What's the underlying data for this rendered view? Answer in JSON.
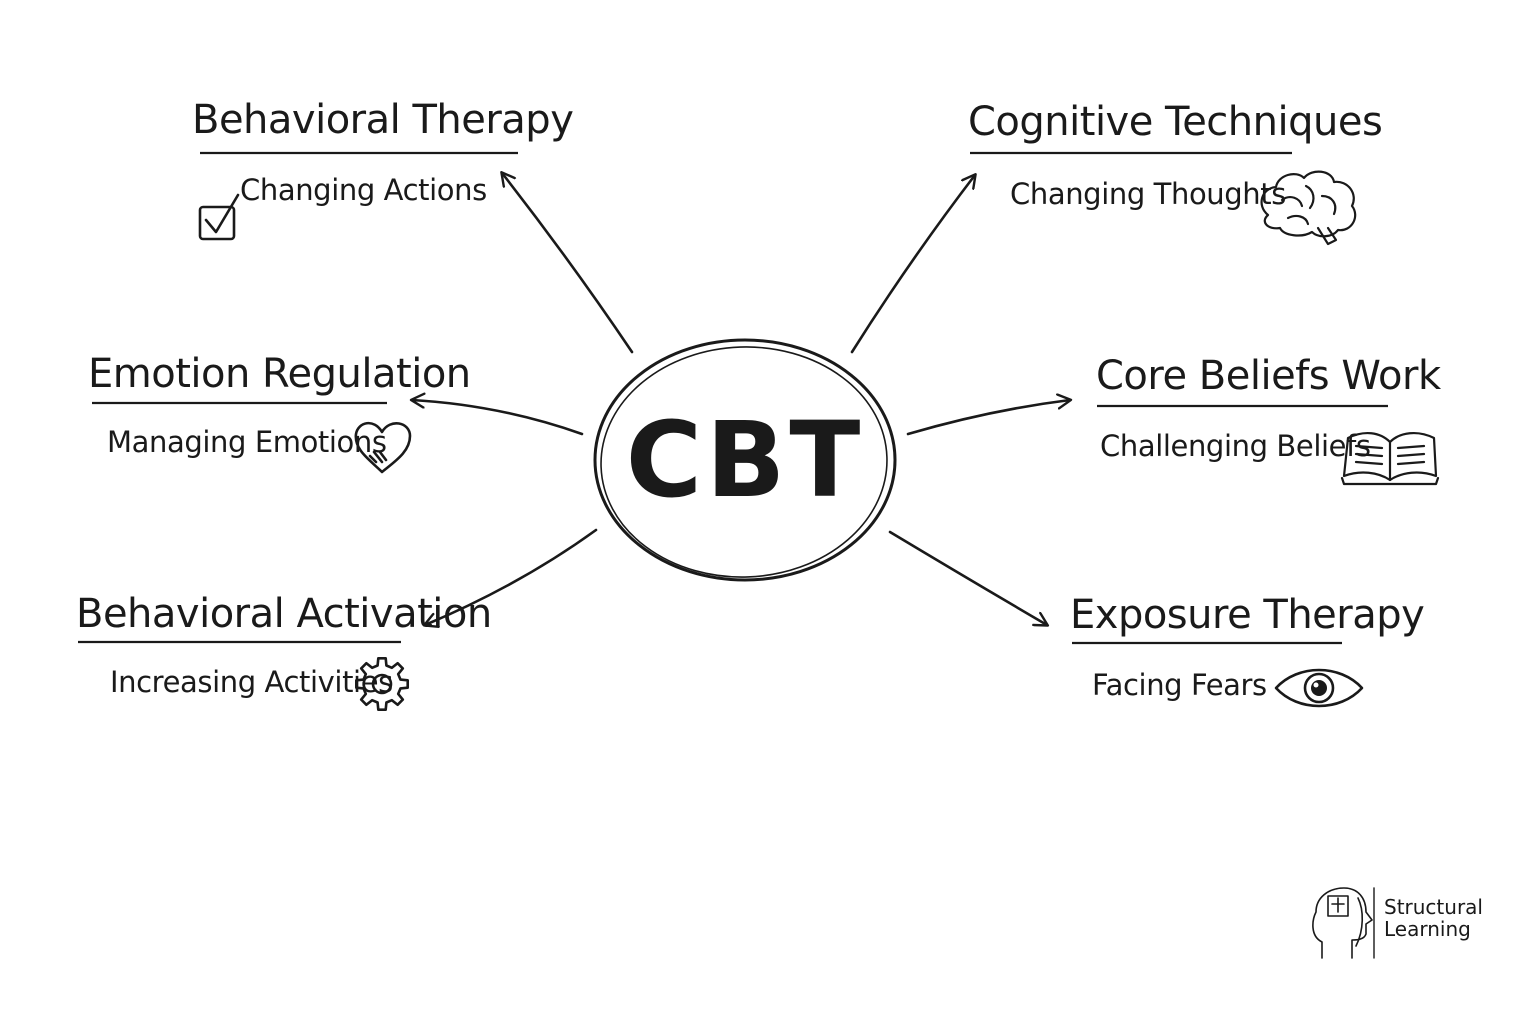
{
  "center": {
    "label": "CBT"
  },
  "branches": [
    {
      "id": "behavioral-therapy",
      "title": "Behavioral Therapy",
      "subtitle": "Changing Actions",
      "icon": "checkbox-icon"
    },
    {
      "id": "cognitive-techniques",
      "title": "Cognitive Techniques",
      "subtitle": "Changing Thoughts",
      "icon": "brain-icon"
    },
    {
      "id": "emotion-regulation",
      "title": "Emotion Regulation",
      "subtitle": "Managing Emotions",
      "icon": "heart-icon"
    },
    {
      "id": "core-beliefs-work",
      "title": "Core Beliefs Work",
      "subtitle": "Challenging Beliefs",
      "icon": "book-icon"
    },
    {
      "id": "behavioral-activation",
      "title": "Behavioral Activation",
      "subtitle": "Increasing Activities",
      "icon": "gear-icon"
    },
    {
      "id": "exposure-therapy",
      "title": "Exposure Therapy",
      "subtitle": "Facing Fears",
      "icon": "eye-icon"
    }
  ],
  "logo": {
    "line1": "Structural",
    "line2": "Learning",
    "icon": "head-puzzle-icon"
  },
  "colors": {
    "ink": "#1a1a1a",
    "background": "#ffffff"
  }
}
